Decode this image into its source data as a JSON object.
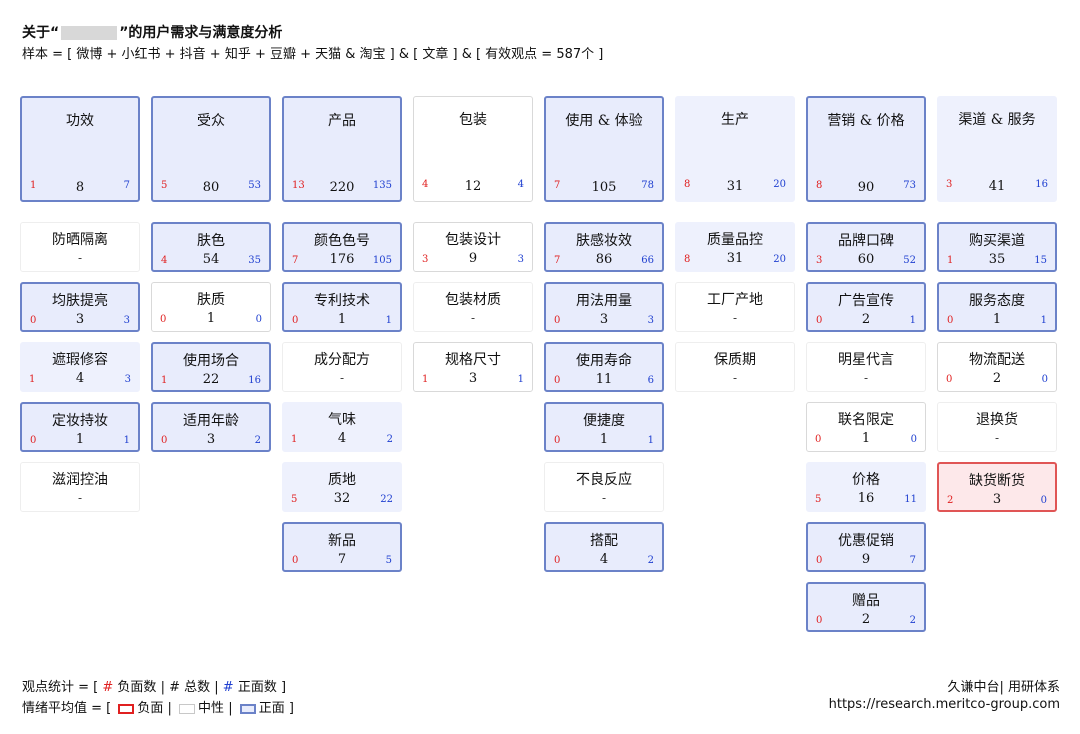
{
  "header": {
    "title_prefix": "关于“",
    "title_suffix": "”的用户需求与满意度分析",
    "subtitle": "样本 = [ 微博 + 小红书 + 抖音 + 知乎 + 豆瓣 + 天猫 & 淘宝 ] & [ 文章 ] & [ 有效观点 = 587个 ]"
  },
  "columns": [
    {
      "head": {
        "label": "功效",
        "neg": "1",
        "total": "8",
        "pos": "7",
        "sentiment": "pos"
      },
      "items": [
        {
          "label": "防晒隔离",
          "sentiment": "empty",
          "total": "-"
        },
        {
          "label": "均肤提亮",
          "sentiment": "pos",
          "neg": "0",
          "total": "3",
          "pos": "3"
        },
        {
          "label": "遮瑕修容",
          "sentiment": "light",
          "neg": "1",
          "total": "4",
          "pos": "3"
        },
        {
          "label": "定妆持妆",
          "sentiment": "pos",
          "neg": "0",
          "total": "1",
          "pos": "1"
        },
        {
          "label": "滋润控油",
          "sentiment": "empty",
          "total": "-"
        }
      ]
    },
    {
      "head": {
        "label": "受众",
        "neg": "5",
        "total": "80",
        "pos": "53",
        "sentiment": "pos"
      },
      "items": [
        {
          "label": "肤色",
          "sentiment": "pos",
          "neg": "4",
          "total": "54",
          "pos": "35"
        },
        {
          "label": "肤质",
          "sentiment": "neu",
          "neg": "0",
          "total": "1",
          "pos": "0"
        },
        {
          "label": "使用场合",
          "sentiment": "pos",
          "neg": "1",
          "total": "22",
          "pos": "16"
        },
        {
          "label": "适用年龄",
          "sentiment": "pos",
          "neg": "0",
          "total": "3",
          "pos": "2"
        }
      ]
    },
    {
      "head": {
        "label": "产品",
        "neg": "13",
        "total": "220",
        "pos": "135",
        "sentiment": "pos"
      },
      "items": [
        {
          "label": "颜色色号",
          "sentiment": "pos",
          "neg": "7",
          "total": "176",
          "pos": "105"
        },
        {
          "label": "专利技术",
          "sentiment": "pos",
          "neg": "0",
          "total": "1",
          "pos": "1"
        },
        {
          "label": "成分配方",
          "sentiment": "empty",
          "total": "-"
        },
        {
          "label": "气味",
          "sentiment": "light",
          "neg": "1",
          "total": "4",
          "pos": "2"
        },
        {
          "label": "质地",
          "sentiment": "light",
          "neg": "5",
          "total": "32",
          "pos": "22"
        },
        {
          "label": "新品",
          "sentiment": "pos",
          "neg": "0",
          "total": "7",
          "pos": "5"
        }
      ]
    },
    {
      "head": {
        "label": "包装",
        "neg": "4",
        "total": "12",
        "pos": "4",
        "sentiment": "neu"
      },
      "items": [
        {
          "label": "包装设计",
          "sentiment": "neu",
          "neg": "3",
          "total": "9",
          "pos": "3"
        },
        {
          "label": "包装材质",
          "sentiment": "empty",
          "total": "-"
        },
        {
          "label": "规格尺寸",
          "sentiment": "neu",
          "neg": "1",
          "total": "3",
          "pos": "1"
        }
      ]
    },
    {
      "head": {
        "label": "使用 & 体验",
        "neg": "7",
        "total": "105",
        "pos": "78",
        "sentiment": "pos"
      },
      "items": [
        {
          "label": "肤感妆效",
          "sentiment": "pos",
          "neg": "7",
          "total": "86",
          "pos": "66"
        },
        {
          "label": "用法用量",
          "sentiment": "pos",
          "neg": "0",
          "total": "3",
          "pos": "3"
        },
        {
          "label": "使用寿命",
          "sentiment": "pos",
          "neg": "0",
          "total": "11",
          "pos": "6"
        },
        {
          "label": "便捷度",
          "sentiment": "pos",
          "neg": "0",
          "total": "1",
          "pos": "1"
        },
        {
          "label": "不良反应",
          "sentiment": "empty",
          "total": "-"
        },
        {
          "label": "搭配",
          "sentiment": "pos",
          "neg": "0",
          "total": "4",
          "pos": "2"
        }
      ]
    },
    {
      "head": {
        "label": "生产",
        "neg": "8",
        "total": "31",
        "pos": "20",
        "sentiment": "light"
      },
      "items": [
        {
          "label": "质量品控",
          "sentiment": "light",
          "neg": "8",
          "total": "31",
          "pos": "20"
        },
        {
          "label": "工厂产地",
          "sentiment": "empty",
          "total": "-"
        },
        {
          "label": "保质期",
          "sentiment": "empty",
          "total": "-"
        }
      ]
    },
    {
      "head": {
        "label": "营销 & 价格",
        "neg": "8",
        "total": "90",
        "pos": "73",
        "sentiment": "pos"
      },
      "items": [
        {
          "label": "品牌口碑",
          "sentiment": "pos",
          "neg": "3",
          "total": "60",
          "pos": "52"
        },
        {
          "label": "广告宣传",
          "sentiment": "pos",
          "neg": "0",
          "total": "2",
          "pos": "1"
        },
        {
          "label": "明星代言",
          "sentiment": "empty",
          "total": "-"
        },
        {
          "label": "联名限定",
          "sentiment": "neu",
          "neg": "0",
          "total": "1",
          "pos": "0"
        },
        {
          "label": "价格",
          "sentiment": "light",
          "neg": "5",
          "total": "16",
          "pos": "11"
        },
        {
          "label": "优惠促销",
          "sentiment": "pos",
          "neg": "0",
          "total": "9",
          "pos": "7"
        },
        {
          "label": "赠品",
          "sentiment": "pos",
          "neg": "0",
          "total": "2",
          "pos": "2"
        }
      ]
    },
    {
      "head": {
        "label": "渠道 & 服务",
        "neg": "3",
        "total": "41",
        "pos": "16",
        "sentiment": "light"
      },
      "items": [
        {
          "label": "购买渠道",
          "sentiment": "pos",
          "neg": "1",
          "total": "35",
          "pos": "15"
        },
        {
          "label": "服务态度",
          "sentiment": "pos",
          "neg": "0",
          "total": "1",
          "pos": "1"
        },
        {
          "label": "物流配送",
          "sentiment": "neu",
          "neg": "0",
          "total": "2",
          "pos": "0"
        },
        {
          "label": "退换货",
          "sentiment": "empty",
          "total": "-"
        },
        {
          "label": "缺货断货",
          "sentiment": "neg",
          "neg": "2",
          "total": "3",
          "pos": "0"
        }
      ]
    }
  ],
  "footer": {
    "stats_prefix": "观点统计 = [",
    "stats_neg": "#",
    "stats_neg_label": "负面数",
    "stats_total": "# 总数",
    "stats_pos": "#",
    "stats_pos_label": "正面数",
    "stats_suffix": "]",
    "mood_prefix": "情绪平均值 = [",
    "mood_neg": "负面",
    "mood_neu": "中性",
    "mood_pos": "正面",
    "mood_suffix": "]",
    "brand": "久谦中台| 用研体系",
    "url": "https://research.meritco-group.com"
  }
}
